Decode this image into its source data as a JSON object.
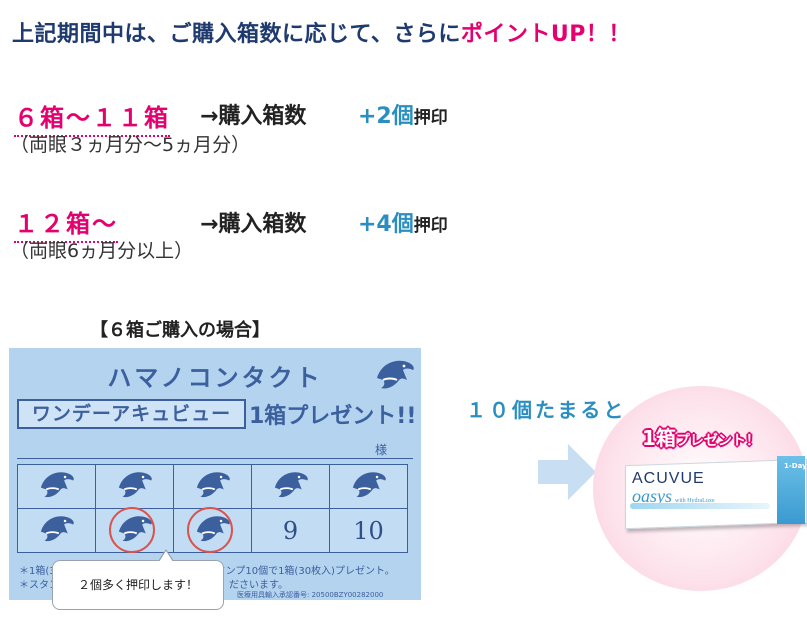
{
  "headline": {
    "main": "上記期間中は、ご購入箱数に応じて、さらに",
    "highlight": "ポイントUP！！"
  },
  "tiers": [
    {
      "range": "６箱～１１箱",
      "note": "（両眼３ヵ月分～5ヵ月分）",
      "arrow": "→購入箱数",
      "bonus": "+2個",
      "stamp": "押印"
    },
    {
      "range": "１２箱～",
      "note": "（両眼6ヵ月分以上）",
      "arrow": "→購入箱数",
      "bonus": "+4個",
      "stamp": "押印"
    }
  ],
  "example_title": "【６箱ご購入の場合】",
  "card": {
    "shop": "ハマノコンタクト",
    "product": "ワンデーアキュビュー",
    "present": "1箱プレゼント!!",
    "honorific": "様",
    "cells": [
      {
        "kind": "stamp"
      },
      {
        "kind": "stamp"
      },
      {
        "kind": "stamp"
      },
      {
        "kind": "stamp"
      },
      {
        "kind": "stamp"
      },
      {
        "kind": "stamp"
      },
      {
        "kind": "stamp-ring"
      },
      {
        "kind": "stamp-ring"
      },
      {
        "kind": "num",
        "label": "9"
      },
      {
        "kind": "num",
        "label": "10"
      }
    ],
    "note1": "＊1箱(3",
    "note1b": "スタンプ10個で1箱(30枚入)プレゼント。",
    "note2": "＊スタン",
    "note2b": "ださいます。",
    "approval": "医療用具輸入承認番号: 20500BZY00282000"
  },
  "callout": "２個多く押印します！",
  "reward": {
    "condition": "１０個たまると",
    "tag_main": "1箱",
    "tag_rest": "プレゼント！",
    "box_brand": "ACUVUE",
    "box_line": "oasys",
    "box_tech": "with HydraLuxe",
    "box_1day": "1-Day"
  },
  "colors": {
    "pink": "#e4006e",
    "navy": "#1f3a6e",
    "blue": "#2a8fc0",
    "card": "#b3d3ef"
  }
}
